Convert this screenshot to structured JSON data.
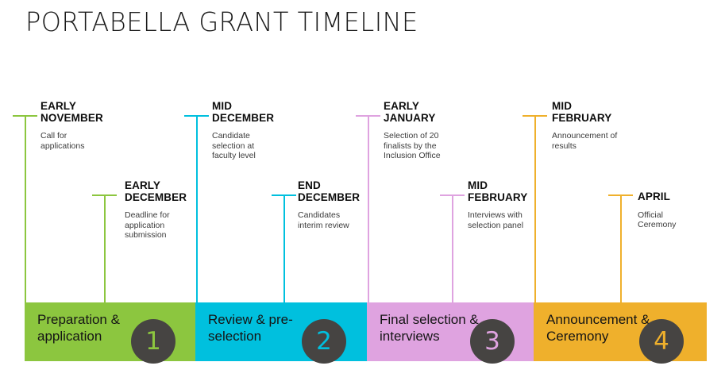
{
  "title": "PORTABELLA GRANT TIMELINE",
  "palette": {
    "green": "#8CC63F",
    "cyan": "#00C0DE",
    "orchid": "#DFA3E0",
    "orange": "#EFB02C",
    "badge_gray": "#464442",
    "heading_text": "#0d0d0d",
    "body_text": "#3b3b3b",
    "background": "#ffffff"
  },
  "milestones": [
    {
      "when": "EARLY\nNOVEMBER",
      "what": "Call for\napplications",
      "color": "#8CC63F",
      "row": "top"
    },
    {
      "when": "EARLY\nDECEMBER",
      "what": "Deadline for\napplication\nsubmission",
      "color": "#8CC63F",
      "row": "bottom"
    },
    {
      "when": "MID\nDECEMBER",
      "what": "Candidate\nselection at\nfaculty level",
      "color": "#00C0DE",
      "row": "top"
    },
    {
      "when": "END\nDECEMBER",
      "what": "Candidates\ninterim review",
      "color": "#00C0DE",
      "row": "bottom"
    },
    {
      "when": "EARLY\nJANUARY",
      "what": "Selection of 20\nfinalists by the\nInclusion Office",
      "color": "#DFA3E0",
      "row": "top"
    },
    {
      "when": "MID\nFEBRUARY",
      "what": "Interviews with\nselection panel",
      "color": "#DFA3E0",
      "row": "bottom"
    },
    {
      "when": "MID\nFEBRUARY",
      "what": "Announcement of\nresults",
      "color": "#EFB02C",
      "row": "top"
    },
    {
      "when": "APRIL",
      "what": "Official\nCeremony",
      "color": "#EFB02C",
      "row": "bottom"
    }
  ],
  "phases": [
    {
      "number": "1",
      "label": "Preparation &\napplication",
      "color": "#8CC63F"
    },
    {
      "number": "2",
      "label": "Review & pre-\nselection",
      "color": "#00C0DE"
    },
    {
      "number": "3",
      "label": "Final selection &\ninterviews",
      "color": "#DFA3E0"
    },
    {
      "number": "4",
      "label": "Announcement &\nCeremony",
      "color": "#EFB02C"
    }
  ]
}
